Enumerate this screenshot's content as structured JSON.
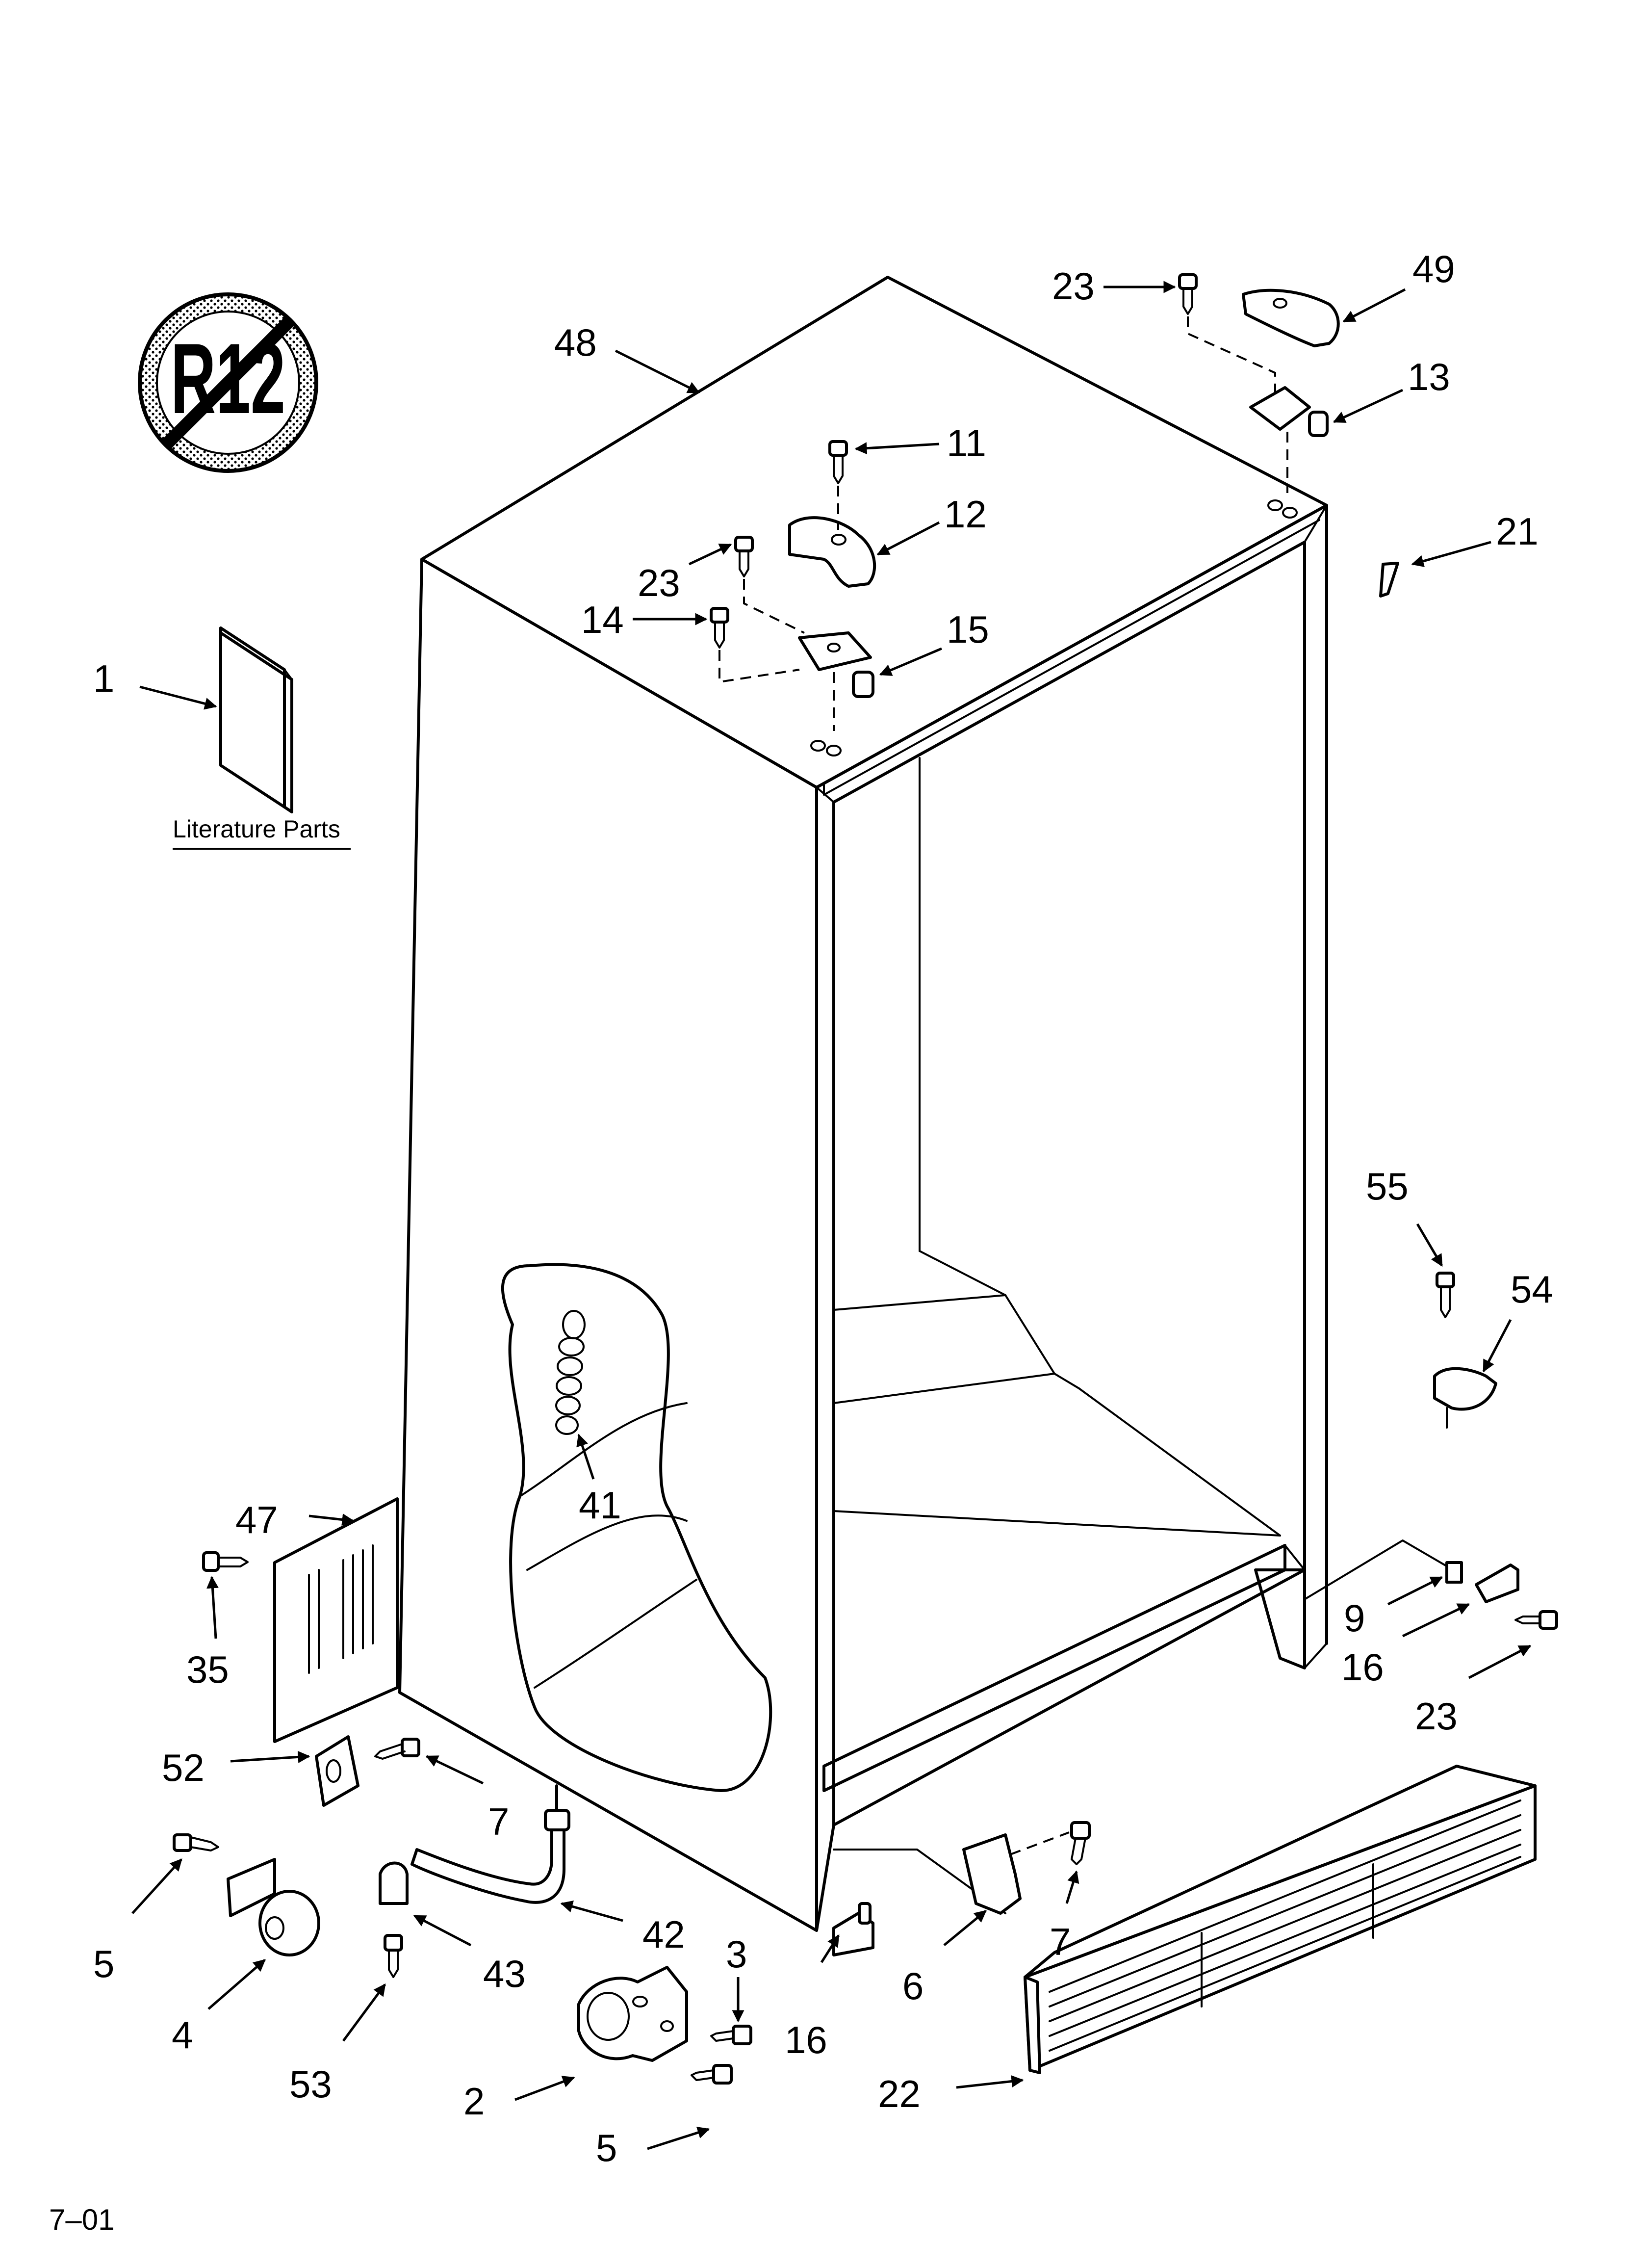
{
  "symbol": {
    "text": "R12",
    "icon": "no-r12-refrigerant-icon"
  },
  "literature": {
    "label": "Literature Parts"
  },
  "footer": {
    "code": "7–01"
  },
  "callouts": [
    {
      "id": "c48",
      "label": "48"
    },
    {
      "id": "c23a",
      "label": "23"
    },
    {
      "id": "c49",
      "label": "49"
    },
    {
      "id": "c13",
      "label": "13"
    },
    {
      "id": "c11",
      "label": "11"
    },
    {
      "id": "c12",
      "label": "12"
    },
    {
      "id": "c21",
      "label": "21"
    },
    {
      "id": "c23b",
      "label": "23"
    },
    {
      "id": "c14",
      "label": "14"
    },
    {
      "id": "c15",
      "label": "15"
    },
    {
      "id": "c1",
      "label": "1"
    },
    {
      "id": "c55",
      "label": "55"
    },
    {
      "id": "c54",
      "label": "54"
    },
    {
      "id": "c41",
      "label": "41"
    },
    {
      "id": "c47",
      "label": "47"
    },
    {
      "id": "c35",
      "label": "35"
    },
    {
      "id": "c9",
      "label": "9"
    },
    {
      "id": "c16a",
      "label": "16"
    },
    {
      "id": "c23c",
      "label": "23"
    },
    {
      "id": "c52",
      "label": "52"
    },
    {
      "id": "c7a",
      "label": "7"
    },
    {
      "id": "c5a",
      "label": "5"
    },
    {
      "id": "c42",
      "label": "42"
    },
    {
      "id": "c43",
      "label": "43"
    },
    {
      "id": "c3",
      "label": "3"
    },
    {
      "id": "c6",
      "label": "6"
    },
    {
      "id": "c7b",
      "label": "7"
    },
    {
      "id": "c4",
      "label": "4"
    },
    {
      "id": "c16b",
      "label": "16"
    },
    {
      "id": "c53",
      "label": "53"
    },
    {
      "id": "c2",
      "label": "2"
    },
    {
      "id": "c22",
      "label": "22"
    },
    {
      "id": "c5b",
      "label": "5"
    }
  ]
}
